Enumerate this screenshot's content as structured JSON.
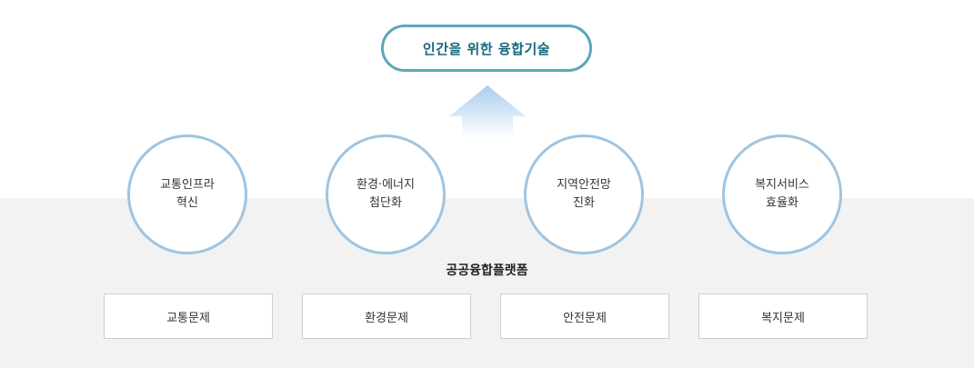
{
  "goal": "인간을 위한 융합기술",
  "areas": [
    "교통인프라\n혁신",
    "환경·에너지\n첨단화",
    "지역안전망\n진화",
    "복지서비스\n효율화"
  ],
  "platform": "공공융합플랫폼",
  "problems": [
    "교통문제",
    "환경문제",
    "안전문제",
    "복지문제"
  ],
  "colors": {
    "pill_border": "#5aa7b8",
    "pill_text": "#16677e",
    "circle_border": "#9fc4e0",
    "arrow_top": "#a9cdee",
    "arrow_bottom": "#ffffff",
    "band": "#f2f2f2"
  }
}
